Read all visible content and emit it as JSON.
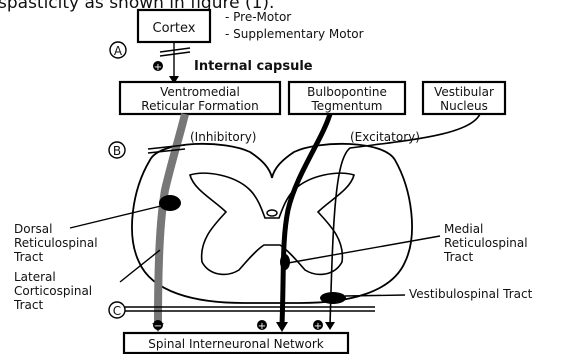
{
  "caption_fragment": "spasticity as shown in figure (1).",
  "nodes": {
    "cortex": "Cortex",
    "vmrf_line1": "Ventromedial",
    "vmrf_line2": "Reticular Formation",
    "bpt_line1": "Bulbopontine",
    "bpt_line2": "Tegmentum",
    "vn_line1": "Vestibular",
    "vn_line2": "Nucleus",
    "spinal_network": "Spinal Interneuronal Network"
  },
  "cortex_notes": [
    "- Pre-Motor",
    "- Supplementary Motor"
  ],
  "internal_capsule": "Internal capsule",
  "markers": {
    "a": "A",
    "b": "B",
    "c": "C"
  },
  "signs": {
    "plus_top": "+",
    "minus_bottom": "−",
    "plus_bottom_mid": "+",
    "plus_bottom_right": "+"
  },
  "pathway_labels": {
    "inhibitory": "(Inhibitory)",
    "excitatory": "(Excitatory)"
  },
  "tract_labels": {
    "dorsal": [
      "Dorsal",
      "Reticulospinal",
      "Tract"
    ],
    "lateral": [
      "Lateral",
      "Corticospinal",
      "Tract"
    ],
    "medial": [
      "Medial",
      "Reticulospinal",
      "Tract"
    ],
    "vestibulospinal": "Vestibulospinal Tract"
  }
}
